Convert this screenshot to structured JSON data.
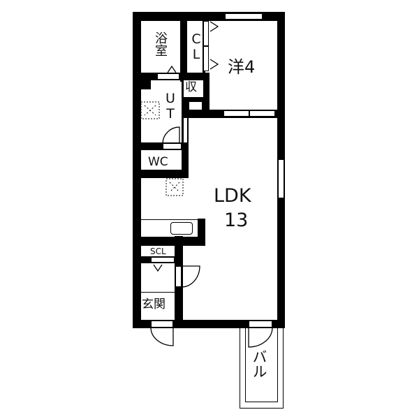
{
  "floor_plan": {
    "rooms": [
      {
        "id": "bath",
        "label": "浴室"
      },
      {
        "id": "closet",
        "label": "CL"
      },
      {
        "id": "western",
        "label": "洋4"
      },
      {
        "id": "storage",
        "label": "収"
      },
      {
        "id": "utility",
        "label": "UT"
      },
      {
        "id": "wc",
        "label": "WC"
      },
      {
        "id": "ldk",
        "label": "LDK",
        "size": "13"
      },
      {
        "id": "shoe_closet",
        "label": "SCL"
      },
      {
        "id": "entrance",
        "label": "玄関"
      },
      {
        "id": "balcony",
        "label": "バル"
      }
    ],
    "colors": {
      "wall": "#000000",
      "background": "#ffffff"
    }
  }
}
